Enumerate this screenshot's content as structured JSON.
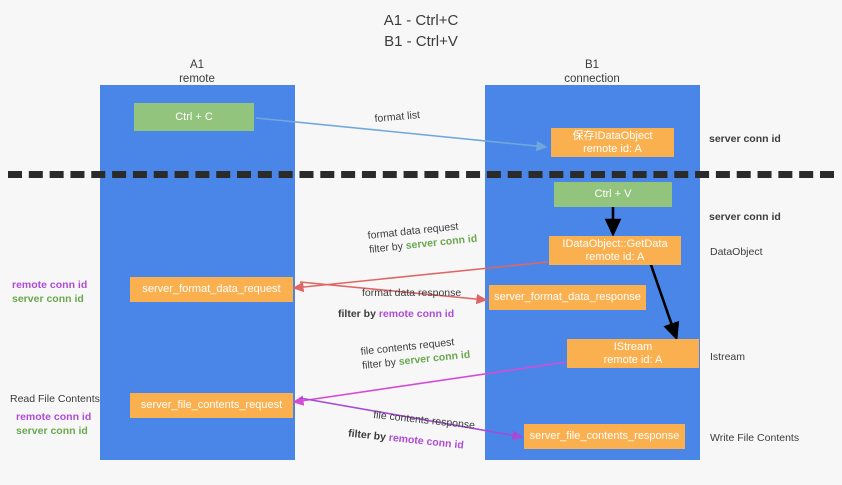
{
  "title": {
    "line1": "A1 - Ctrl+C",
    "line2": "B1 - Ctrl+V"
  },
  "lanes": [
    {
      "id": "a1",
      "name": "A1",
      "role": "remote"
    },
    {
      "id": "b1",
      "name": "B1",
      "role": "connection"
    }
  ],
  "nodes": {
    "ctrl_c": {
      "line1": "Ctrl + C",
      "color": "#93c47d"
    },
    "ctrl_v": {
      "line1": "Ctrl + V",
      "color": "#93c47d"
    },
    "save_dataobject": {
      "line1": "保存IDataObject",
      "line2": "remote id: A",
      "color": "#fbb050"
    },
    "getdata": {
      "line1": "IDataObject::GetData",
      "line2": "remote id: A",
      "color": "#fbb050"
    },
    "istream": {
      "line1": "IStream",
      "line2": "remote id: A",
      "color": "#fbb050"
    },
    "server_format_data_request": {
      "line1": "server_format_data_request",
      "color": "#fbb050"
    },
    "server_format_data_response": {
      "line1": "server_format_data_response",
      "color": "#fbb050"
    },
    "server_file_contents_request": {
      "line1": "server_file_contents_request",
      "color": "#fbb050"
    },
    "server_file_contents_response": {
      "line1": "server_file_contents_response",
      "color": "#fbb050"
    }
  },
  "edge_labels": {
    "format_list": "format list",
    "format_data_request": "format data request",
    "format_data_request_filter_prefix": "filter by ",
    "format_data_request_filter_key": "server conn id",
    "format_data_response": "format data response",
    "format_data_response_filter_prefix": "filter by ",
    "format_data_response_filter_key": "remote conn id",
    "file_contents_request": "file contents request",
    "file_contents_request_filter_prefix": "filter by ",
    "file_contents_request_filter_key": "server conn id",
    "file_contents_response": "file contents response",
    "file_contents_response_filter_prefix": "filter by ",
    "file_contents_response_filter_key": "remote conn id"
  },
  "left_labels": {
    "group1_remote": "remote conn id",
    "group1_server": "server conn id",
    "read_file_contents": "Read File Contents",
    "group2_remote": "remote conn id",
    "group2_server": "server conn id"
  },
  "right_labels": {
    "server_conn_id_top": "server conn id",
    "server_conn_id_mid": "server conn id",
    "dataobject": "DataObject",
    "istream": "Istream",
    "write_file_contents": "Write File Contents"
  },
  "colors": {
    "lane": "#4a86e8",
    "green_node": "#93c47d",
    "orange_node": "#fbb050",
    "server_conn_id": "#6aa84f",
    "remote_conn_id": "#b04bd6",
    "arrow_blue": "#6fa8dc",
    "arrow_red": "#e06666",
    "arrow_magenta": "#d64bd6",
    "arrow_purple": "#a64bd6",
    "arrow_black": "#000000",
    "separator": "#2b2b2b",
    "background": "#f7f7f7"
  }
}
